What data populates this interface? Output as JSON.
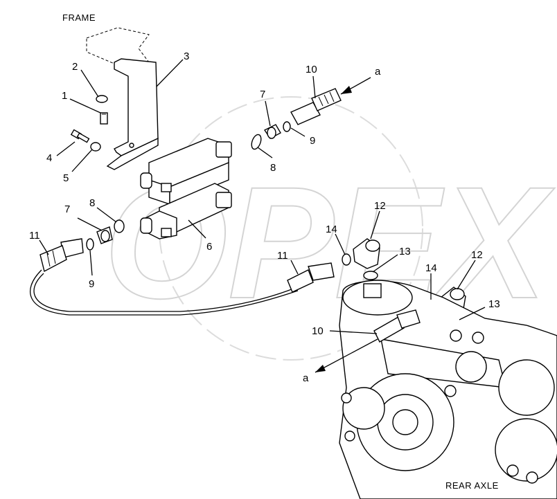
{
  "diagram": {
    "watermark": "OPEX",
    "captions": {
      "frame": "FRAME",
      "rear_axle": "REAR AXLE"
    },
    "callouts": [
      {
        "id": "c1",
        "text": "1"
      },
      {
        "id": "c2",
        "text": "2"
      },
      {
        "id": "c3",
        "text": "3"
      },
      {
        "id": "c4",
        "text": "4"
      },
      {
        "id": "c5",
        "text": "5"
      },
      {
        "id": "c6",
        "text": "6"
      },
      {
        "id": "c7a",
        "text": "7"
      },
      {
        "id": "c7b",
        "text": "7"
      },
      {
        "id": "c8a",
        "text": "8"
      },
      {
        "id": "c8b",
        "text": "8"
      },
      {
        "id": "c9a",
        "text": "9"
      },
      {
        "id": "c9b",
        "text": "9"
      },
      {
        "id": "c10a",
        "text": "10"
      },
      {
        "id": "c10b",
        "text": "10"
      },
      {
        "id": "c11a",
        "text": "11"
      },
      {
        "id": "c11b",
        "text": "11"
      },
      {
        "id": "c12a",
        "text": "12"
      },
      {
        "id": "c12b",
        "text": "12"
      },
      {
        "id": "c13a",
        "text": "13"
      },
      {
        "id": "c13b",
        "text": "13"
      },
      {
        "id": "c14a",
        "text": "14"
      },
      {
        "id": "c14b",
        "text": "14"
      },
      {
        "id": "ca1",
        "text": "a"
      },
      {
        "id": "ca2",
        "text": "a"
      }
    ]
  }
}
